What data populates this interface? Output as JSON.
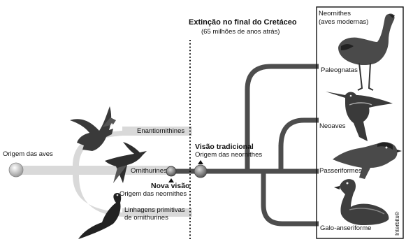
{
  "event": {
    "title": "Extinção no final do Cretáceo",
    "subtitle": "(65 milhões de anos atrás)"
  },
  "origin": {
    "label": "Origem das aves"
  },
  "branches": {
    "enantiornithines": "Enantiornithines",
    "ornithurines": "Ornithurines",
    "primitive": [
      "Linhagens primitivas",
      "de ornithurines"
    ]
  },
  "views": {
    "new": {
      "title": "Nova visão",
      "desc": "Origem das neornithes"
    },
    "traditional": {
      "title": "Visão tradicional",
      "desc": "Origem das neornithes"
    }
  },
  "neornithes": {
    "header": [
      "Neornithes",
      "(aves modernas)"
    ],
    "groups": [
      "Paleognatas",
      "Neoaves",
      "Passeriformes",
      "Galo-anseriforme"
    ]
  },
  "credit": "Interbits®",
  "birds": [
    "bird-of-prey-icon",
    "swallow-icon",
    "diving-bird-icon",
    "ostrich-icon",
    "hummingbird-icon",
    "sparrow-icon",
    "duck-icon"
  ]
}
